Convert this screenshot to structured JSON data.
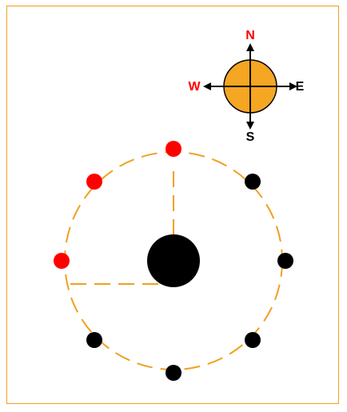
{
  "compass": {
    "north": "N",
    "south": "S",
    "east": "E",
    "west": "W",
    "fill_color": "#F5A623",
    "highlight_color": "#FF0000",
    "text_color": "#000000"
  },
  "diagram": {
    "circle_color": "#F0A020",
    "ring_dot_count": 8,
    "dots": [
      {
        "position": "N",
        "color": "#FF0000"
      },
      {
        "position": "NE",
        "color": "#000000"
      },
      {
        "position": "E",
        "color": "#000000"
      },
      {
        "position": "SE",
        "color": "#000000"
      },
      {
        "position": "S",
        "color": "#000000"
      },
      {
        "position": "SW",
        "color": "#000000"
      },
      {
        "position": "W",
        "color": "#FF0000"
      },
      {
        "position": "NW",
        "color": "#FF0000"
      }
    ],
    "center_body_color": "#000000"
  }
}
